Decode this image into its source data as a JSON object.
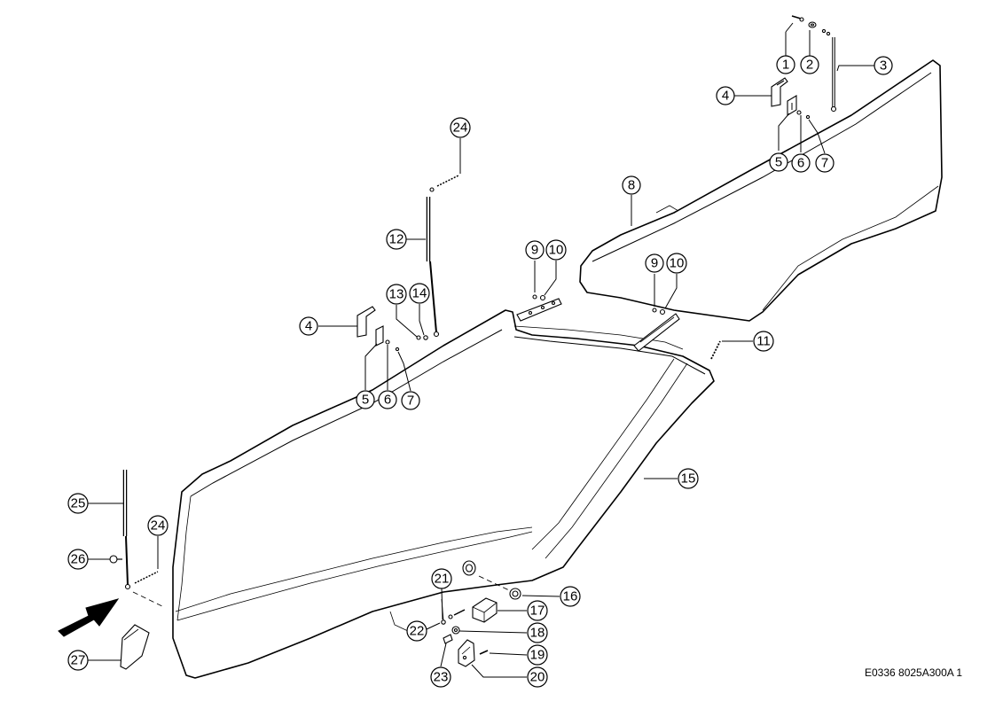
{
  "reference_code": "E0336 8025A300A 1",
  "callouts": [
    {
      "id": "c1",
      "label": "1"
    },
    {
      "id": "c2",
      "label": "2"
    },
    {
      "id": "c3",
      "label": "3"
    },
    {
      "id": "c4a",
      "label": "4"
    },
    {
      "id": "c5a",
      "label": "5"
    },
    {
      "id": "c6a",
      "label": "6"
    },
    {
      "id": "c7a",
      "label": "7"
    },
    {
      "id": "c8",
      "label": "8"
    },
    {
      "id": "c9a",
      "label": "9"
    },
    {
      "id": "c10a",
      "label": "10"
    },
    {
      "id": "c9b",
      "label": "9"
    },
    {
      "id": "c10b",
      "label": "10"
    },
    {
      "id": "c11",
      "label": "11"
    },
    {
      "id": "c12",
      "label": "12"
    },
    {
      "id": "c13",
      "label": "13"
    },
    {
      "id": "c14",
      "label": "14"
    },
    {
      "id": "c24a",
      "label": "24"
    },
    {
      "id": "c4b",
      "label": "4"
    },
    {
      "id": "c5b",
      "label": "5"
    },
    {
      "id": "c6b",
      "label": "6"
    },
    {
      "id": "c7b",
      "label": "7"
    },
    {
      "id": "c15",
      "label": "15"
    },
    {
      "id": "c16",
      "label": "16"
    },
    {
      "id": "c17",
      "label": "17"
    },
    {
      "id": "c18",
      "label": "18"
    },
    {
      "id": "c19",
      "label": "19"
    },
    {
      "id": "c20",
      "label": "20"
    },
    {
      "id": "c21",
      "label": "21"
    },
    {
      "id": "c22",
      "label": "22"
    },
    {
      "id": "c23",
      "label": "23"
    },
    {
      "id": "c24b",
      "label": "24"
    },
    {
      "id": "c25",
      "label": "25"
    },
    {
      "id": "c26",
      "label": "26"
    },
    {
      "id": "c27",
      "label": "27"
    }
  ]
}
